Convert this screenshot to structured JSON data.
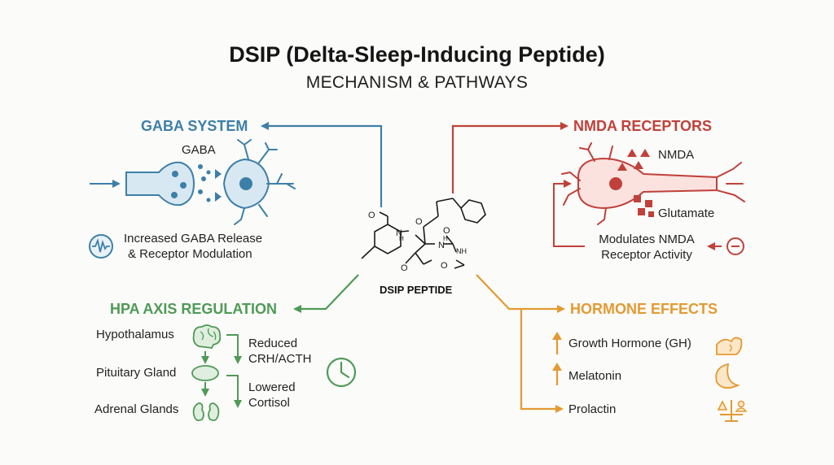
{
  "title": "DSIP (Delta-Sleep-Inducing Peptide)",
  "subtitle": "MECHANISM & PATHWAYS",
  "center": {
    "label": "DSIP PEPTIDE"
  },
  "gaba": {
    "heading": "GABA SYSTEM",
    "molecule_label": "GABA",
    "effect_line1": "Increased GABA Release",
    "effect_line2": "& Receptor Modulation"
  },
  "nmda": {
    "heading": "NMDA RECEPTORS",
    "nmda_label": "NMDA",
    "glutamate_label": "Glutamate",
    "effect_line1": "Modulates NMDA",
    "effect_line2": "Receptor Activity"
  },
  "hpa": {
    "heading": "HPA AXIS REGULATION",
    "organs": [
      "Hypothalamus",
      "Pituitary Gland",
      "Adrenal Glands"
    ],
    "effect1_line1": "Reduced",
    "effect1_line2": "CRH/ACTH",
    "effect2_line1": "Lowered",
    "effect2_line2": "Cortisol"
  },
  "hormones": {
    "heading": "HORMONE EFFECTS",
    "items": [
      "Growth Hormone (GH)",
      "Melatonin",
      "Prolactin"
    ]
  },
  "colors": {
    "gaba": "#3d7fa8",
    "nmda": "#c0413b",
    "hpa": "#4f9a57",
    "hormone": "#e39a33"
  }
}
